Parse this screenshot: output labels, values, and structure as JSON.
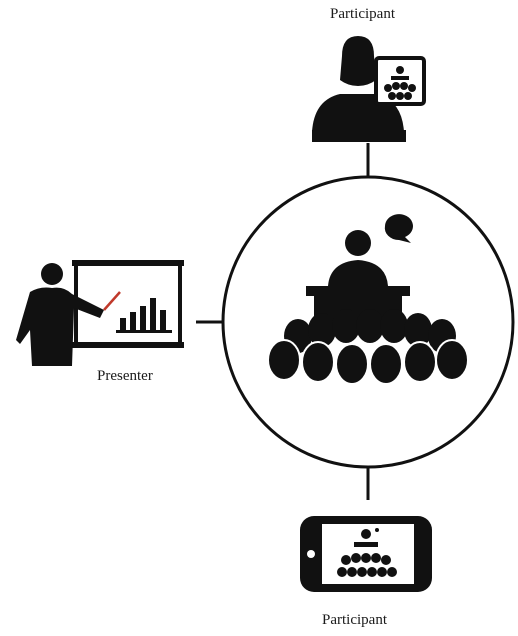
{
  "labels": {
    "top_participant": "Participant",
    "presenter": "Presenter",
    "bottom_participant": "Participant"
  },
  "icons": {
    "center": "lecture-hall-icon",
    "top": "desktop-participant-icon",
    "left": "presenter-icon",
    "bottom": "smartphone-participant-icon"
  },
  "colors": {
    "ink": "#111111",
    "pointer": "#c0392b"
  }
}
